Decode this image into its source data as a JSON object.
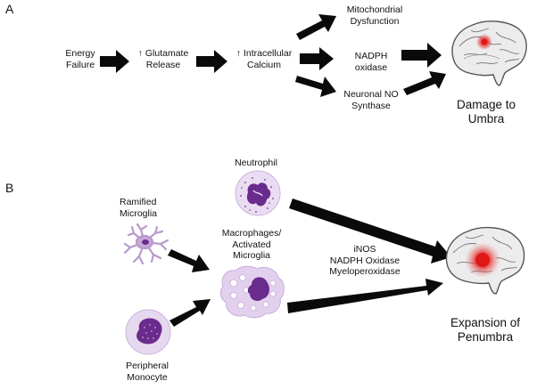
{
  "panel_a": {
    "label": "A",
    "energy": [
      "Energy",
      "Failure"
    ],
    "glutamate": [
      "↑ Glutamate",
      "Release"
    ],
    "calcium": [
      "↑  Intracellular",
      "Calcium"
    ],
    "mito": [
      "Mitochondrial",
      "Dysfunction"
    ],
    "nadph": [
      "NADPH",
      "oxidase"
    ],
    "nos": [
      "Neuronal NO",
      "Synthase"
    ],
    "outcome": [
      "Damage to",
      "Umbra"
    ]
  },
  "panel_b": {
    "label": "B",
    "neutrophil": "Neutrophil",
    "ramified": [
      "Ramified",
      "Microglia"
    ],
    "macro": [
      "Macrophages/",
      "Activated",
      "Microglia"
    ],
    "monocyte": [
      "Peripheral",
      "Monocyte"
    ],
    "enzymes": [
      "iNOS",
      "NADPH Oxidase",
      "Myeloperoxidase"
    ],
    "outcome": [
      "Expansion of",
      "Penumbra"
    ]
  },
  "colors": {
    "arrow": "#0a0a0a",
    "brain_fill": "#ececec",
    "brain_stroke": "#555555",
    "lesion": "#e01818",
    "cell_light": "#e6d8ee",
    "cell_dark": "#6a2c8c",
    "cell_mid": "#b89acb"
  }
}
